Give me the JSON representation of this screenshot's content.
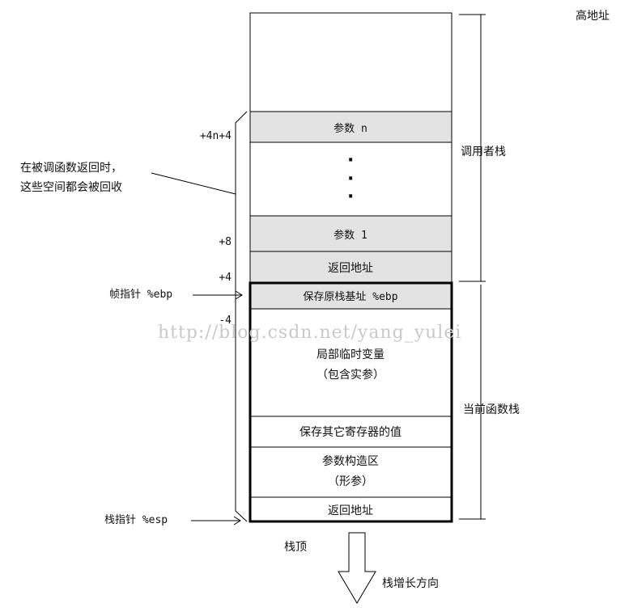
{
  "labels": {
    "high_address": "高地址",
    "caller_stack": "调用者栈",
    "current_function_stack": "当前函数栈",
    "reclaim_note_line1": "在被调函数返回时，",
    "reclaim_note_line2": "这些空间都会被回收",
    "frame_pointer": "帧指针 %ebp",
    "stack_pointer": "栈指针 %esp",
    "stack_top": "栈顶",
    "growth_direction": "栈增长方向",
    "watermark": "http://blog.csdn.net/yang_yulei"
  },
  "offsets": {
    "plus_4n_4": "+4n+4",
    "plus_8": "+8",
    "plus_4": "+4",
    "minus_4": "-4"
  },
  "cells": {
    "param_n": "参数 n",
    "dot": "·",
    "param_1": "参数 1",
    "return_address_caller": "返回地址",
    "saved_ebp": "保存原栈基址 %ebp",
    "locals_line1": "局部临时变量",
    "locals_line2": "（包含实参）",
    "saved_registers": "保存其它寄存器的值",
    "param_build_line1": "参数构造区",
    "param_build_line2": "（形参）",
    "return_address_current": "返回地址"
  },
  "colors": {
    "shaded_cell": "#e3e3e3",
    "line": "#000000",
    "watermark": "#c9c9c9"
  }
}
